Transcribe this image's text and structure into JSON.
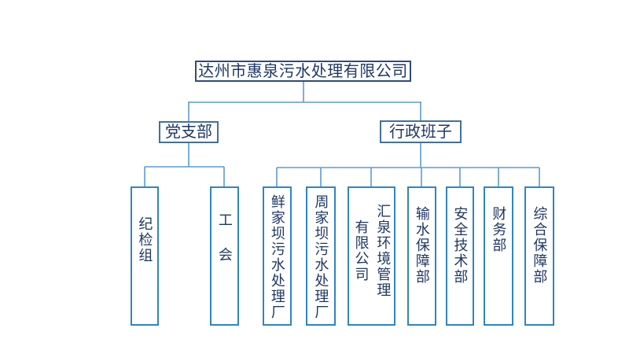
{
  "org_chart": {
    "type": "organization-chart",
    "root": {
      "label": "达州市惠泉污水处理有限公司"
    },
    "branches": [
      {
        "label": "党支部",
        "children": [
          {
            "label": "纪检组"
          },
          {
            "label": "工会"
          }
        ]
      },
      {
        "label": "行政班子",
        "children": [
          {
            "label": "鲜家坝污水处理厂"
          },
          {
            "label": "周家坝污水处理厂"
          },
          {
            "label": "汇泉环境管理\n有限公司"
          },
          {
            "label": "输水保障部"
          },
          {
            "label": "安全技术部"
          },
          {
            "label": "财务部"
          },
          {
            "label": "综合保障部"
          }
        ]
      }
    ],
    "colors": {
      "connector": "#5B9BD5",
      "root_border": "#2F4C7C",
      "branch_border": "#41719C",
      "leaf_border": "#2E86C1",
      "text": "#1F3864",
      "background": "#FFFFFF"
    }
  }
}
